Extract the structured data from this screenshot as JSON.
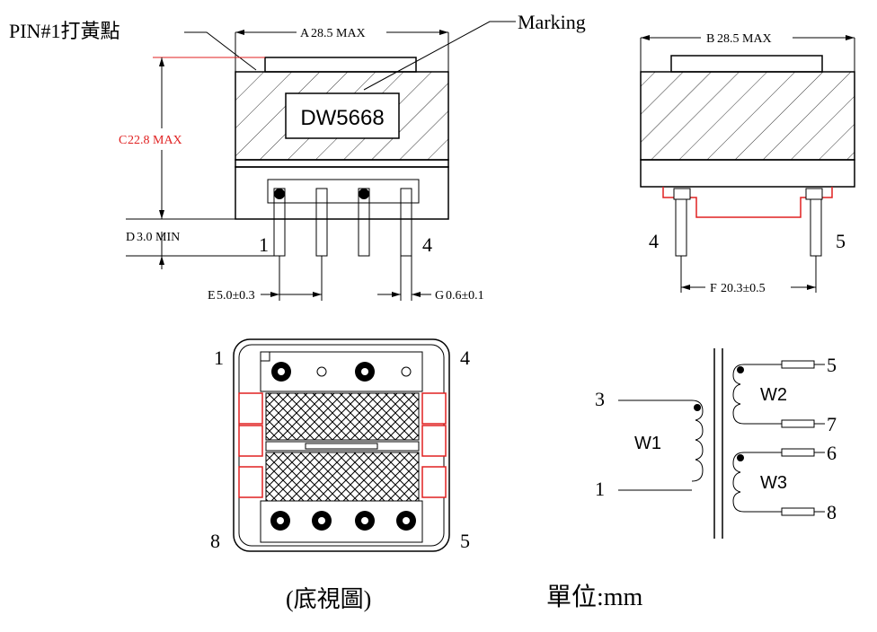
{
  "labels": {
    "pin1_note": "PIN#1打黃點",
    "marking": "Marking",
    "part_number": "DW5668",
    "bottom_view": "(底視圖)",
    "units": "單位:mm"
  },
  "dimensions": {
    "a": {
      "letter": "A",
      "value": "28.5 MAX"
    },
    "b": {
      "letter": "B",
      "value": "28.5 MAX"
    },
    "c": {
      "letter": "C",
      "value": "22.8 MAX"
    },
    "d": {
      "letter": "D",
      "value": "3.0 MIN"
    },
    "e": {
      "letter": "E",
      "value": "5.0±0.3"
    },
    "g": {
      "letter": "G",
      "value": "0.6±0.1"
    },
    "f": {
      "letter": "F",
      "value": "20.3±0.5"
    }
  },
  "pins": {
    "front": [
      "1",
      "4"
    ],
    "side": [
      "4",
      "5"
    ],
    "bottom": [
      "1",
      "4",
      "8",
      "5"
    ]
  },
  "schematic": {
    "primary": {
      "name": "W1",
      "pins": [
        "3",
        "1"
      ]
    },
    "secondaries": [
      {
        "name": "W2",
        "pins": [
          "5",
          "7"
        ]
      },
      {
        "name": "W3",
        "pins": [
          "6",
          "8"
        ]
      }
    ]
  },
  "colors": {
    "dimension_red": "#e02020",
    "line": "#000000"
  }
}
